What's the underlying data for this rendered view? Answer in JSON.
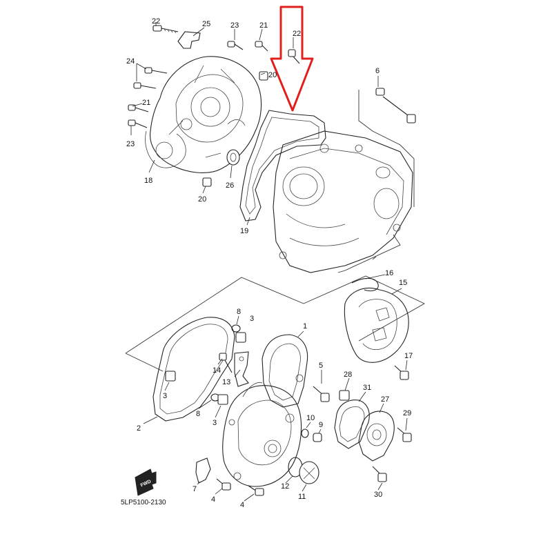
{
  "diagram_code": "5LP5100-2130",
  "fwd_label": "FWD",
  "arrow_color": "#e0201e",
  "callouts": {
    "c22a": "22",
    "c25": "25",
    "c23a": "23",
    "c21a": "21",
    "c22b": "22",
    "c24": "24",
    "c20a": "20",
    "c21b": "21",
    "c23b": "23",
    "c18": "18",
    "c26": "26",
    "c20b": "20",
    "c19": "19",
    "c6": "6",
    "c16": "16",
    "c15": "15",
    "c8": "8",
    "c3a": "3",
    "c1": "1",
    "c17": "17",
    "c14": "14",
    "c13": "13",
    "c5": "5",
    "c28": "28",
    "c31": "31",
    "c3b": "3",
    "c8b": "8",
    "c3c": "3",
    "c2": "2",
    "c10": "10",
    "c9": "9",
    "c27": "27",
    "c29": "29",
    "c7": "7",
    "c4a": "4",
    "c12": "12",
    "c11": "11",
    "c4b": "4",
    "c30": "30"
  }
}
